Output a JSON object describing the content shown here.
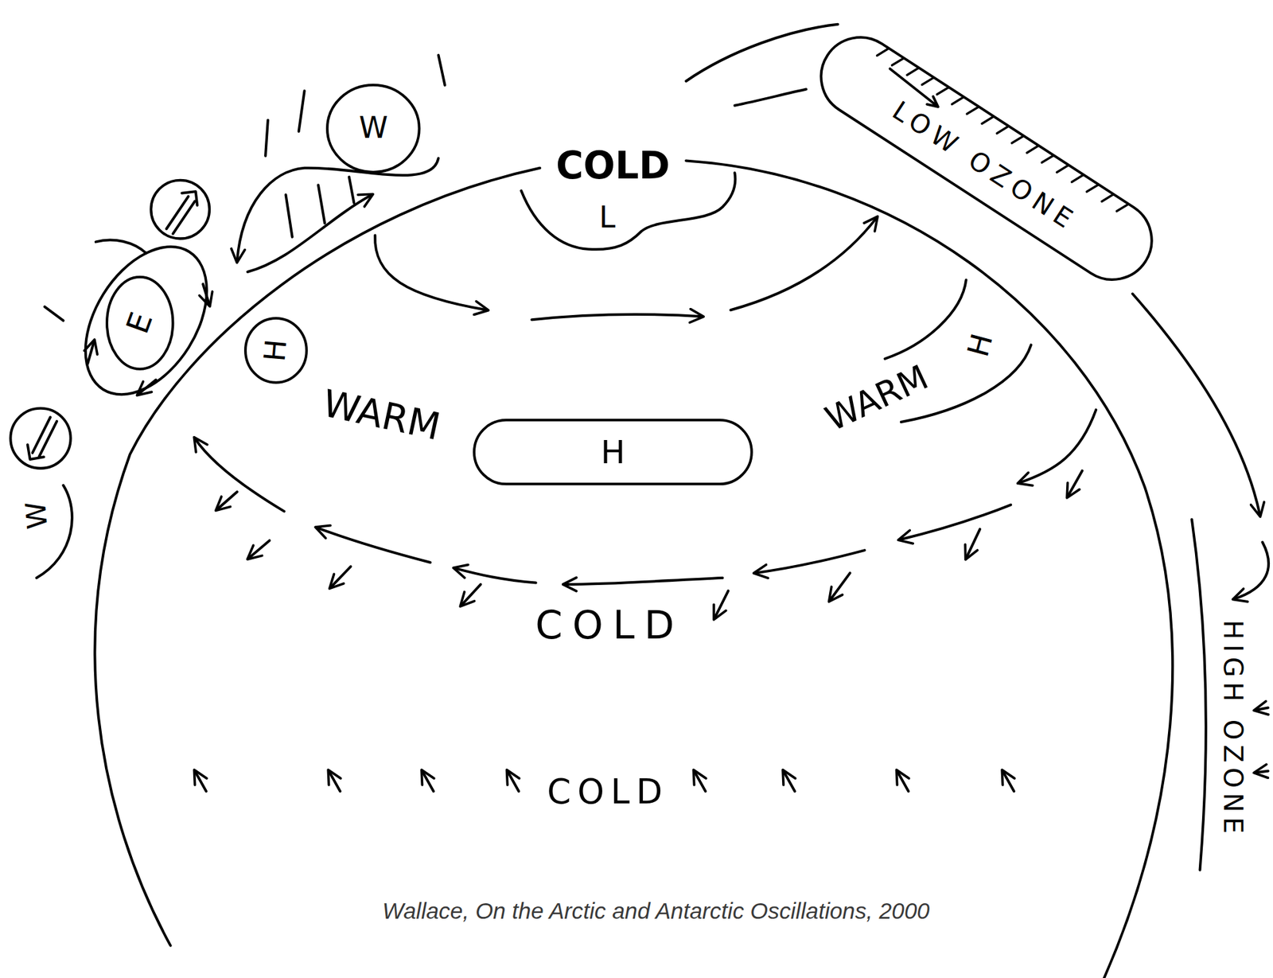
{
  "diagram": {
    "caption": "Wallace, On the Arctic and Antarctic Oscillations, 2000",
    "nodes": [
      {
        "text": [
          "LOW OZONE"
        ]
      },
      {
        "text": [
          "W"
        ]
      },
      {
        "text": [
          "E"
        ]
      },
      {
        "text": [
          "H"
        ]
      },
      {
        "text": [
          "H"
        ]
      }
    ],
    "labels": [
      "COLD",
      "L",
      "WARM",
      "WARM",
      "H",
      "W",
      "COLD",
      "HIGH OZONE",
      "COLD"
    ]
  }
}
